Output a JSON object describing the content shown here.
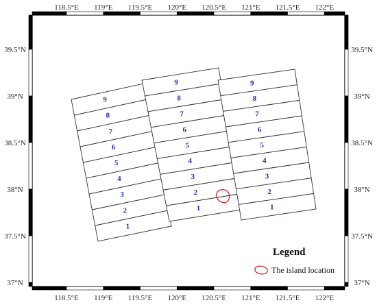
{
  "map": {
    "lon_ticks": [
      "118.5°E",
      "119°E",
      "119.5°E",
      "120°E",
      "120.5°E",
      "121°E",
      "121.5°E",
      "122°E"
    ],
    "lat_ticks": [
      "39.5°N",
      "39°N",
      "38.5°N",
      "38°N",
      "37.5°N",
      "37°N"
    ],
    "swaths": [
      {
        "id": "left",
        "labels": [
          "1",
          "2",
          "3",
          "4",
          "5",
          "6",
          "7",
          "8",
          "9"
        ]
      },
      {
        "id": "middle",
        "labels": [
          "1",
          "2",
          "3",
          "4",
          "5",
          "6",
          "7",
          "8",
          "9"
        ]
      },
      {
        "id": "right",
        "labels": [
          "1",
          "2",
          "3",
          "4",
          "5",
          "6",
          "7",
          "8",
          "9"
        ]
      }
    ],
    "island": {
      "lon": 120.62,
      "lat": 37.93,
      "color": "#e02020"
    }
  },
  "legend": {
    "title": "Legend",
    "item_label": "The island location",
    "item_color": "#e02020"
  }
}
